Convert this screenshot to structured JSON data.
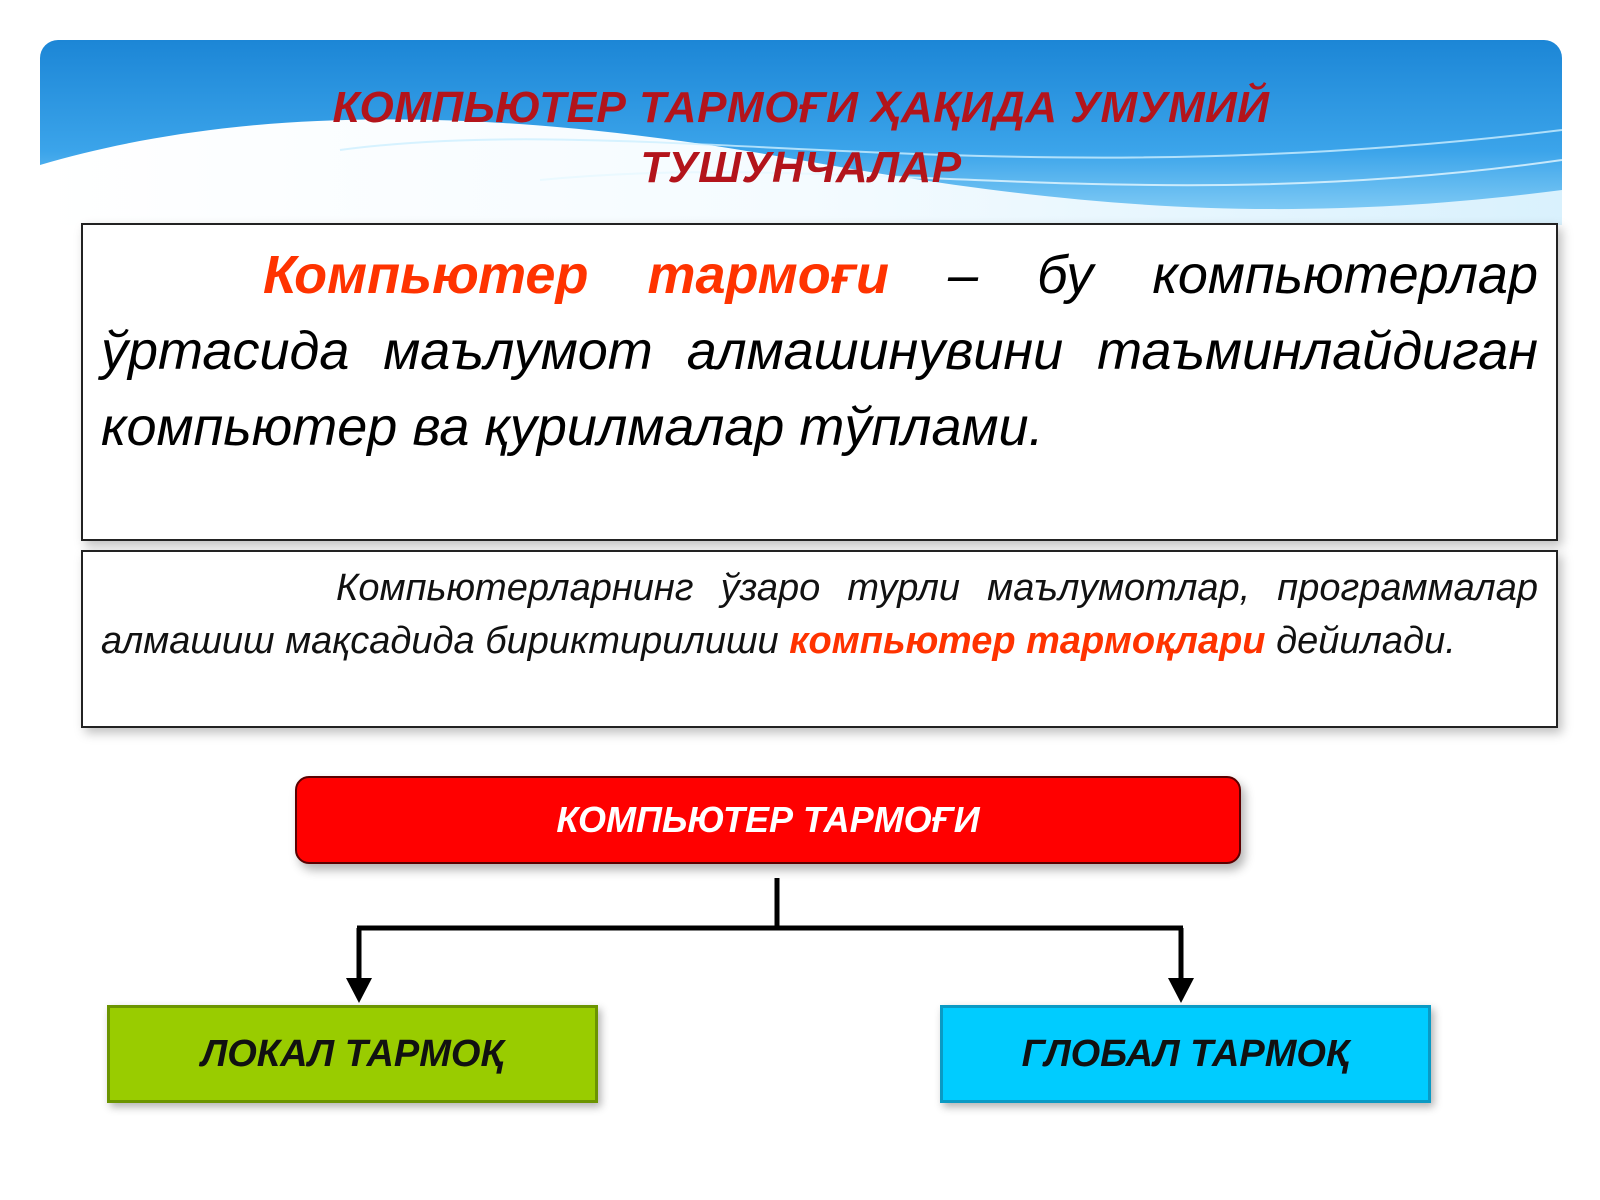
{
  "slide": {
    "title_line1": "КОМПЬЮТЕР ТАРМОҒИ ҲАҚИДА УМУМИЙ",
    "title_line2": "ТУШУНЧАЛАР"
  },
  "definition": {
    "term": "Компьютер тармоғи",
    "rest": " – бу компьютерлар ўртасида маълумот алмашинувини таъминлайдиган компьютер ва қурилмалар тўплами."
  },
  "note": {
    "text": "Компьютерларнинг ўзаро турли маълумотлар, программалар алмашиш мақсадида бириктирилиши ",
    "term": "компьютер тармоқлари",
    "suffix": " дейилади."
  },
  "diagram": {
    "root": "КОМПЬЮТЕР ТАРМОҒИ",
    "left": "ЛОКАЛ ТАРМОҚ",
    "right": "ГЛОБАЛ ТАРМОҚ"
  },
  "colors": {
    "title": "#b3141b",
    "term": "#ff3300",
    "root_fill": "#ff0000",
    "local_fill": "#99cc00",
    "global_fill": "#00ccff"
  }
}
